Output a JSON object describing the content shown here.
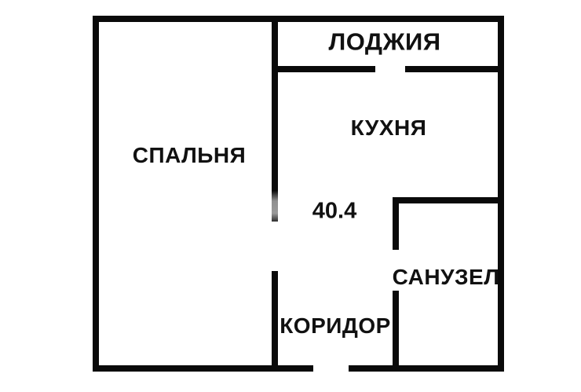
{
  "floorplan": {
    "total_area": "40.4",
    "rooms": {
      "loggia": "ЛОДЖИЯ",
      "kitchen": "КУХНЯ",
      "bedroom": "СПАЛЬНЯ",
      "bathroom": "САНУЗЕЛ",
      "corridor": "КОРИДОР"
    },
    "colors": {
      "wall": "#0a0a0a",
      "background": "#ffffff",
      "text": "#111111"
    }
  }
}
